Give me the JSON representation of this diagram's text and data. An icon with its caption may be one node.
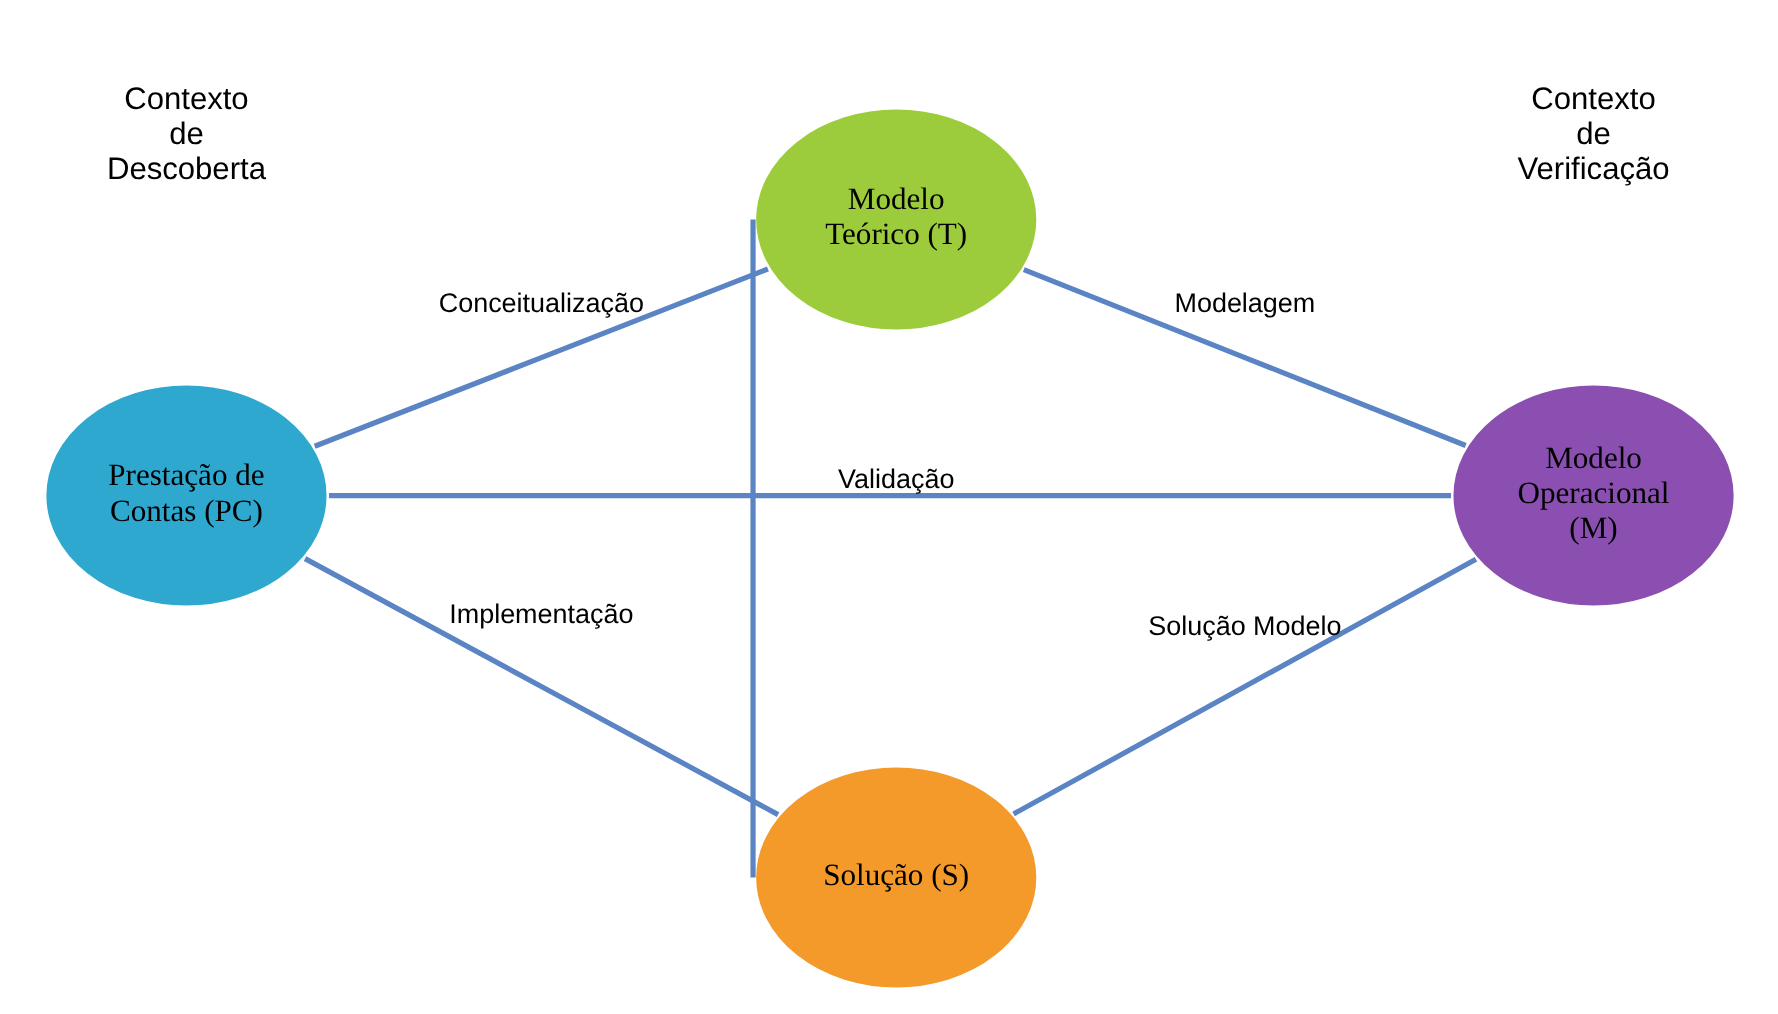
{
  "diagram": {
    "nodes": [
      {
        "text": [
          "Modelo Teórico (T)"
        ]
      },
      {
        "text": [
          "Prestação de Contas (PC)"
        ]
      },
      {
        "text": [
          "Modelo Operacional (M)"
        ]
      },
      {
        "text": [
          "Solução (S)"
        ]
      }
    ],
    "edges": [
      {
        "from": 1,
        "to": 0,
        "arrow": "none",
        "label": "Conceitualização"
      },
      {
        "from": 0,
        "to": 2,
        "arrow": "none",
        "label": "Modelagem"
      },
      {
        "from": 1,
        "to": 2,
        "arrow": "none",
        "label": "Validação"
      },
      {
        "from": 0,
        "to": 3,
        "arrow": "none"
      },
      {
        "from": 1,
        "to": 3,
        "arrow": "none",
        "label": "Implementação"
      },
      {
        "from": 3,
        "to": 2,
        "arrow": "none",
        "label": "Solução Modelo"
      }
    ],
    "labels": [
      "Contexto de Descoberta",
      "Contexto de Verificação"
    ]
  }
}
